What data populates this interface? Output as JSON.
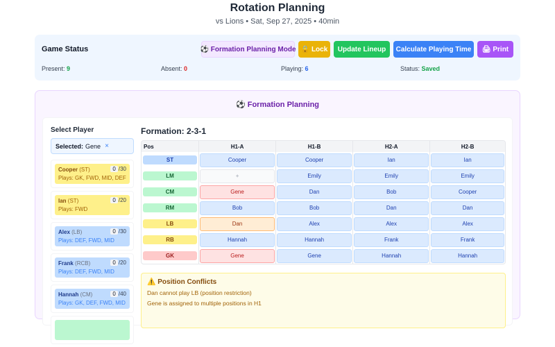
{
  "header": {
    "title": "Rotation Planning",
    "subtitle": "vs Lions • Sat, Sep 27, 2025 • 40min"
  },
  "game_status": {
    "label": "Game Status",
    "buttons": {
      "formation_mode": "⚽ Formation Planning Mode",
      "lock": "🔒 Lock",
      "update_lineup": "Update Lineup",
      "calculate": "Calculate Playing Time",
      "print": "🖨 Print"
    },
    "stats": {
      "present_label": "Present: ",
      "present_value": "9",
      "absent_label": "Absent: ",
      "absent_value": "0",
      "playing_label": "Playing: ",
      "playing_value": "6",
      "status_label": "Status: ",
      "status_value": "Saved"
    }
  },
  "formation_planning": {
    "title": "⚽ Formation Planning",
    "select_heading": "Select Player",
    "selected_label": "Selected:",
    "selected_value": "Gene",
    "clear_icon": "×",
    "players": [
      {
        "name": "Cooper",
        "pos": "(ST)",
        "count": "0",
        "max": "/30",
        "plays": "Plays: GK, FWD, MID, DEF",
        "color": "yellow"
      },
      {
        "name": "Ian",
        "pos": "(ST)",
        "count": "0",
        "max": "/20",
        "plays": "Plays: FWD",
        "color": "yellow"
      },
      {
        "name": "Alex",
        "pos": "(LB)",
        "count": "0",
        "max": "/30",
        "plays": "Plays: DEF, FWD, MID",
        "color": "blue"
      },
      {
        "name": "Frank",
        "pos": "(RCB)",
        "count": "0",
        "max": "/20",
        "plays": "Plays: DEF, FWD, MID",
        "color": "blue"
      },
      {
        "name": "Hannah",
        "pos": "(CM)",
        "count": "0",
        "max": "/40",
        "plays": "Plays: GK, DEF, FWD, MID",
        "color": "blue"
      }
    ],
    "formation_title": "Formation: 2-3-1",
    "table": {
      "headers": [
        "Pos",
        "H1-A",
        "H1-B",
        "H2-A",
        "H2-B"
      ],
      "rows": [
        {
          "pos": "ST",
          "pos_color": "blue",
          "cells": [
            "Cooper",
            "Cooper",
            "Ian",
            "Ian"
          ],
          "states": [
            "",
            "",
            "",
            ""
          ]
        },
        {
          "pos": "LM",
          "pos_color": "green",
          "cells": [
            "+",
            "Emily",
            "Emily",
            "Emily"
          ],
          "states": [
            "empty",
            "",
            "",
            ""
          ]
        },
        {
          "pos": "CM",
          "pos_color": "green",
          "cells": [
            "Gene",
            "Dan",
            "Bob",
            "Cooper"
          ],
          "states": [
            "conflict",
            "",
            "",
            ""
          ]
        },
        {
          "pos": "RM",
          "pos_color": "green",
          "cells": [
            "Bob",
            "Bob",
            "Dan",
            "Dan"
          ],
          "states": [
            "",
            "",
            "",
            ""
          ]
        },
        {
          "pos": "LB",
          "pos_color": "yellow",
          "cells": [
            "Dan",
            "Alex",
            "Alex",
            "Alex"
          ],
          "states": [
            "warn",
            "",
            "",
            ""
          ]
        },
        {
          "pos": "RB",
          "pos_color": "yellow",
          "cells": [
            "Hannah",
            "Hannah",
            "Frank",
            "Frank"
          ],
          "states": [
            "",
            "",
            "",
            ""
          ]
        },
        {
          "pos": "GK",
          "pos_color": "red",
          "cells": [
            "Gene",
            "Gene",
            "Hannah",
            "Hannah"
          ],
          "states": [
            "conflict",
            "",
            "",
            ""
          ]
        }
      ]
    },
    "conflicts": {
      "title": "⚠️ Position Conflicts",
      "items": [
        "Dan cannot play LB (position restriction)",
        "Gene is assigned to multiple positions in H1"
      ]
    }
  },
  "colors": {
    "green": "#22c55e",
    "blue": "#3b82f6",
    "yellow": "#eab308",
    "purple": "#a855f7",
    "red": "#dc2626"
  }
}
